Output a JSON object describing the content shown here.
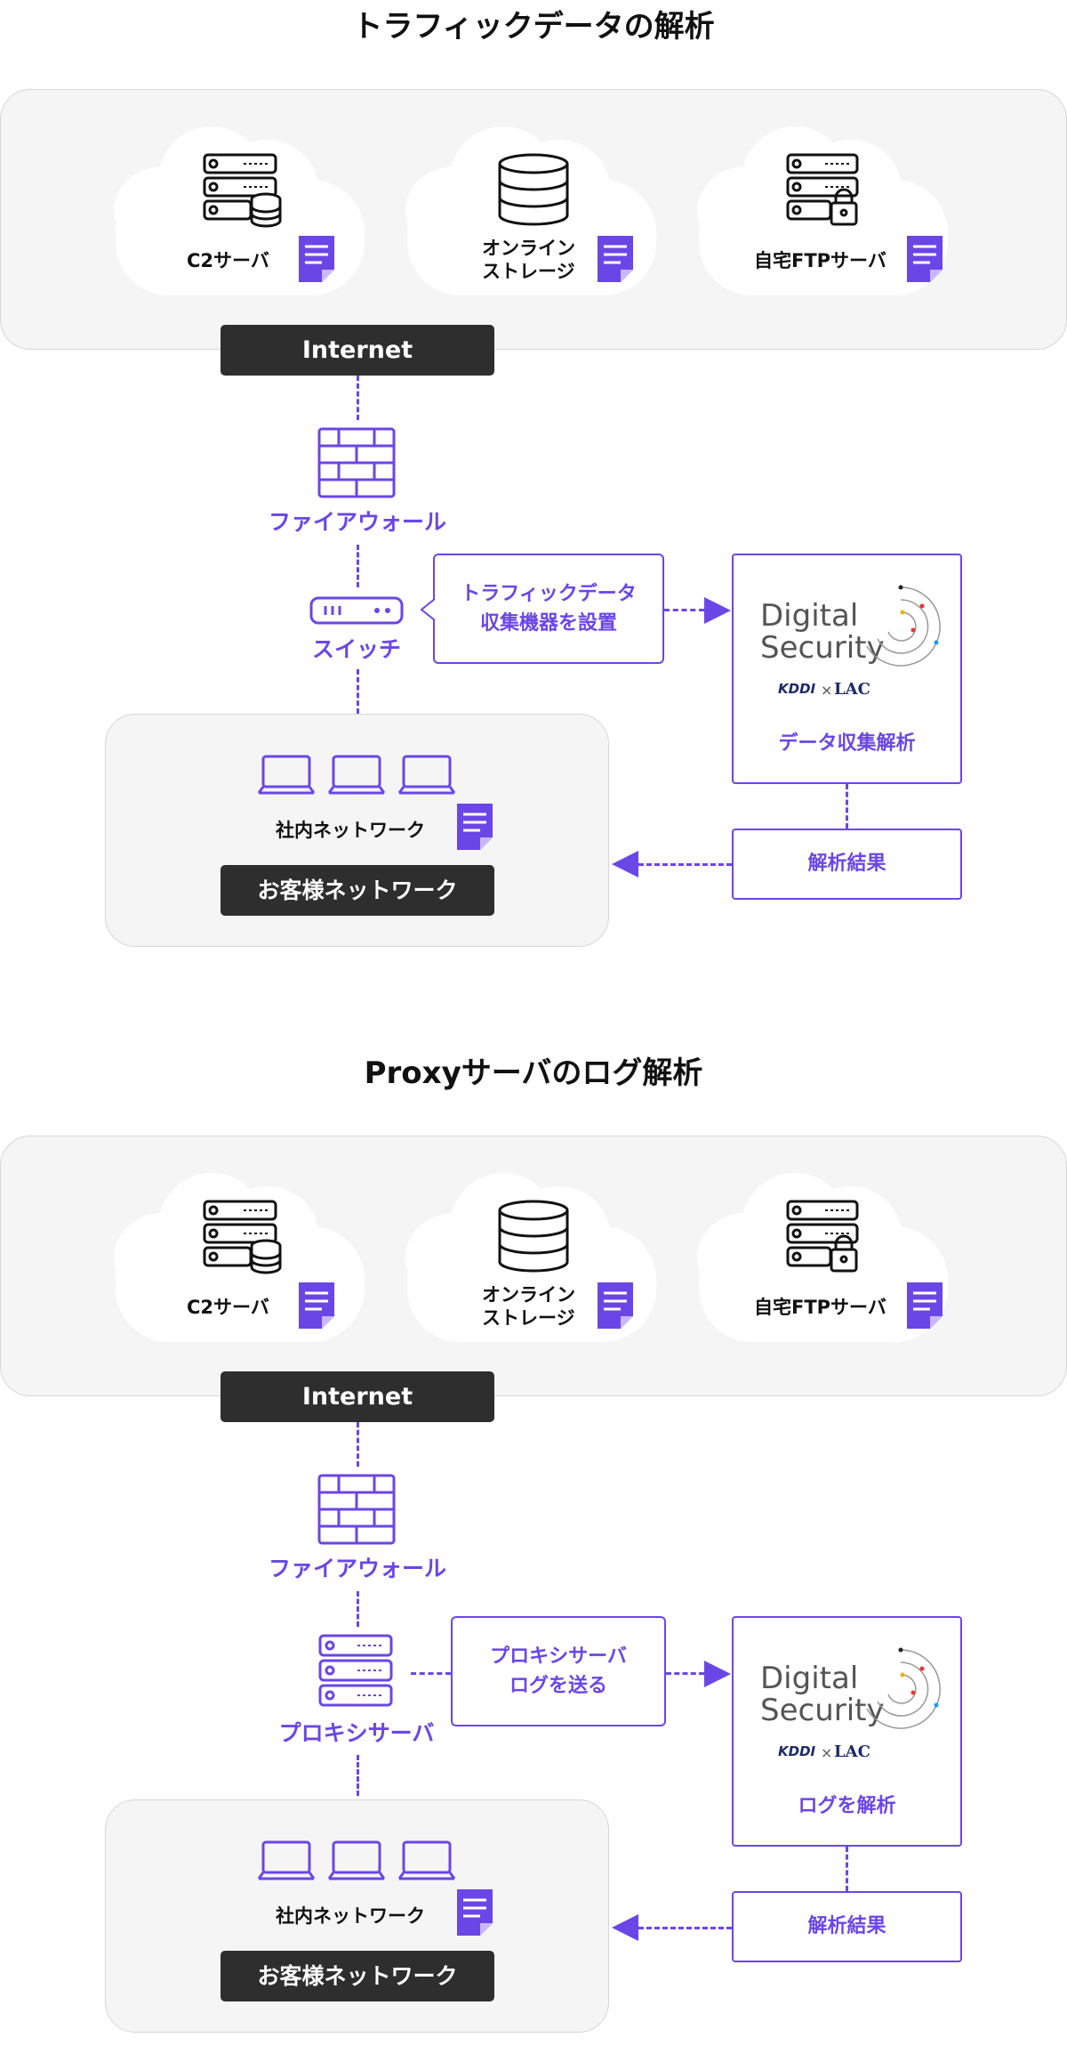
{
  "sections": [
    {
      "title": "トラフィックデータの解析",
      "clouds": [
        {
          "label_lines": [
            "C2サーバ"
          ],
          "icon": "server-db-icon"
        },
        {
          "label_lines": [
            "オンライン",
            "ストレージ"
          ],
          "icon": "database-icon"
        },
        {
          "label_lines": [
            "自宅FTPサーバ"
          ],
          "icon": "server-lock-icon"
        }
      ],
      "internet_label": "Internet",
      "firewall_label": "ファイアウォール",
      "device_label": "スイッチ",
      "device_icon": "switch-icon",
      "callout_lines": [
        "トラフィックデータ",
        "収集機器を設置"
      ],
      "ds_words": [
        "Digital",
        "Security"
      ],
      "ds_kddi": "KDDI",
      "ds_times": "×",
      "ds_lac": "LAC",
      "ds_caption": "データ収集解析",
      "result_label": "解析結果",
      "network_label": "社内ネットワーク",
      "customer_label": "お客様ネットワーク"
    },
    {
      "title": "Proxyサーバのログ解析",
      "clouds": [
        {
          "label_lines": [
            "C2サーバ"
          ],
          "icon": "server-db-icon"
        },
        {
          "label_lines": [
            "オンライン",
            "ストレージ"
          ],
          "icon": "database-icon"
        },
        {
          "label_lines": [
            "自宅FTPサーバ"
          ],
          "icon": "server-lock-icon"
        }
      ],
      "internet_label": "Internet",
      "firewall_label": "ファイアウォール",
      "device_label": "プロキシサーバ",
      "device_icon": "proxy-server-icon",
      "callout_lines": [
        "プロキシサーバ",
        "ログを送る"
      ],
      "ds_words": [
        "Digital",
        "Security"
      ],
      "ds_kddi": "KDDI",
      "ds_times": "×",
      "ds_lac": "LAC",
      "ds_caption": "ログを解析",
      "result_label": "解析結果",
      "network_label": "社内ネットワーク",
      "customer_label": "お客様ネットワーク"
    }
  ],
  "colors": {
    "accent": "#6b46e6",
    "dark_bar": "#2e2e2e",
    "panel_bg": "#f5f5f5"
  }
}
